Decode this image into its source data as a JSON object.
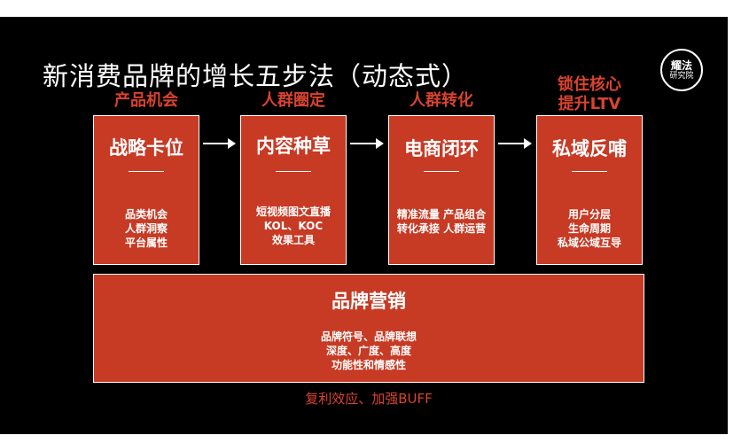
{
  "title": "新消费品牌的增长五步法（动态式）",
  "logo": {
    "line1": "耀法",
    "line2": "研究院"
  },
  "stages": [
    {
      "label": "产品机会",
      "head": "战略卡位",
      "desc": [
        "品类机会",
        "人群洞察",
        "平台属性"
      ]
    },
    {
      "label": "人群圈定",
      "head": "内容种草",
      "desc": [
        "短视频图文直播",
        "KOL、KOC",
        "效果工具"
      ]
    },
    {
      "label": "人群转化",
      "head": "电商闭环",
      "desc": [
        "精准流量 产品组合",
        "转化承接 人群运营"
      ]
    },
    {
      "label": "锁住核心\n提升LTV",
      "head": "私域反哺",
      "desc": [
        "用户分层",
        "生命周期",
        "私域公域互导"
      ]
    }
  ],
  "brand": {
    "head": "品牌营销",
    "desc": [
      "品牌符号、品牌联想",
      "深度、广度、高度",
      "功能性和情感性"
    ]
  },
  "bottom_label": "复利效应、加强BUFF",
  "colors": {
    "box": "#c73a24",
    "label": "#d9432f",
    "background": "#000000"
  }
}
